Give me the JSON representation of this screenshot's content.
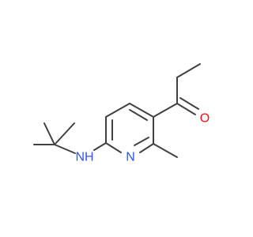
{
  "colors": {
    "bond": "#404040",
    "nitrogen": "#3050f8",
    "oxygen": "#ff0d0d",
    "background": "#ffffff"
  },
  "atoms": {
    "ring_nitrogen": "N",
    "amine_nitrogen": "NH",
    "carbonyl_oxygen": "O"
  }
}
